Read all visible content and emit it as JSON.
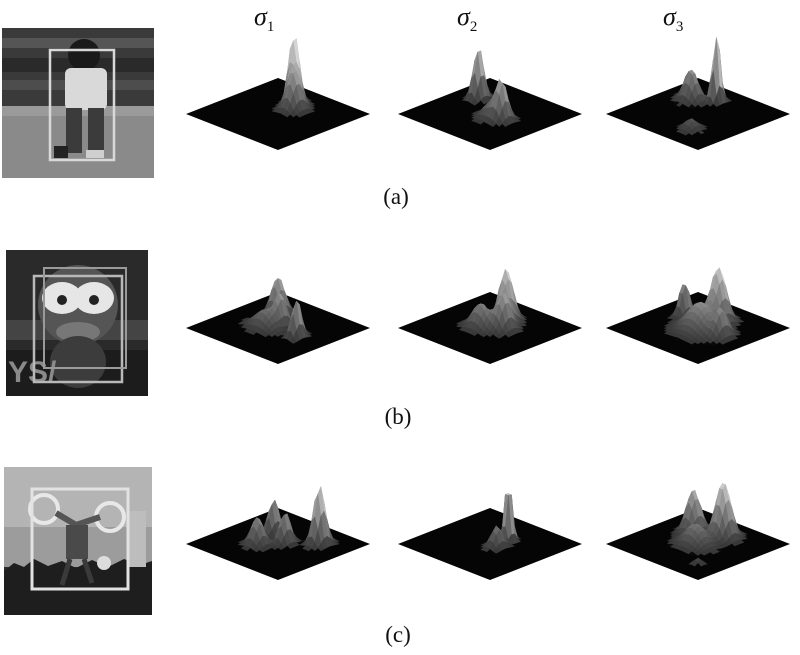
{
  "figure": {
    "column_labels": [
      {
        "symbol": "σ",
        "index": "1"
      },
      {
        "symbol": "σ",
        "index": "2"
      },
      {
        "symbol": "σ",
        "index": "3"
      }
    ],
    "rows": [
      {
        "caption": "(a)",
        "thumbnail_scene": "child-walking",
        "surfaces": [
          {
            "peaks": [
              [
                -0.1,
                -0.45,
                0.95,
                0.07,
                0.09
              ],
              [
                0.05,
                -0.3,
                0.55,
                0.1,
                0.12
              ]
            ]
          },
          {
            "peaks": [
              [
                -0.55,
                -0.3,
                0.75,
                0.07,
                0.09
              ],
              [
                0.3,
                0.05,
                0.55,
                0.09,
                0.1
              ],
              [
                0.1,
                0.1,
                0.2,
                0.12,
                0.12
              ]
            ]
          },
          {
            "peaks": [
              [
                -0.15,
                -0.55,
                1.0,
                0.05,
                0.07
              ],
              [
                -0.45,
                -0.3,
                0.45,
                0.12,
                0.1
              ],
              [
                0.35,
                0.5,
                0.15,
                0.1,
                0.1
              ]
            ]
          }
        ]
      },
      {
        "caption": "(b)",
        "thumbnail_scene": "cartoon-face",
        "surfaces": [
          {
            "peaks": [
              [
                -0.35,
                -0.35,
                0.55,
                0.1,
                0.12
              ],
              [
                -0.05,
                -0.1,
                0.45,
                0.08,
                0.1
              ],
              [
                0.45,
                0.05,
                0.55,
                0.06,
                0.09
              ],
              [
                -0.15,
                0.15,
                0.25,
                0.18,
                0.12
              ]
            ]
          },
          {
            "peaks": [
              [
                0.0,
                -0.35,
                0.75,
                0.1,
                0.12
              ],
              [
                0.2,
                -0.1,
                0.5,
                0.1,
                0.12
              ],
              [
                -0.1,
                0.1,
                0.35,
                0.15,
                0.12
              ]
            ]
          },
          {
            "peaks": [
              [
                0.05,
                -0.4,
                0.75,
                0.12,
                0.12
              ],
              [
                -0.5,
                -0.2,
                0.5,
                0.06,
                0.09
              ],
              [
                0.5,
                0.0,
                0.35,
                0.08,
                0.12
              ],
              [
                0.1,
                0.05,
                0.4,
                0.22,
                0.2
              ]
            ]
          }
        ]
      },
      {
        "caption": "(c)",
        "thumbnail_scene": "motocross-jump",
        "surfaces": [
          {
            "peaks": [
              [
                0.45,
                -0.45,
                0.85,
                0.08,
                0.1
              ],
              [
                -0.35,
                -0.25,
                0.5,
                0.06,
                0.1
              ],
              [
                0.05,
                -0.1,
                0.45,
                0.07,
                0.1
              ],
              [
                -0.2,
                0.25,
                0.4,
                0.1,
                0.1
              ]
            ]
          },
          {
            "peaks": [
              [
                0.1,
                -0.3,
                0.95,
                0.05,
                0.06
              ],
              [
                0.15,
                0.0,
                0.3,
                0.08,
                0.1
              ]
            ]
          },
          {
            "peaks": [
              [
                0.1,
                -0.45,
                0.8,
                0.12,
                0.12
              ],
              [
                -0.4,
                -0.3,
                0.6,
                0.1,
                0.12
              ],
              [
                0.0,
                0.05,
                0.3,
                0.18,
                0.15
              ],
              [
                0.55,
                0.55,
                0.08,
                0.06,
                0.06
              ]
            ]
          }
        ]
      }
    ]
  },
  "colors": {
    "background": "#ffffff",
    "surface_floor": "#050505",
    "surface_peak": "#f4f4f4",
    "box": "#d8d8d8"
  }
}
